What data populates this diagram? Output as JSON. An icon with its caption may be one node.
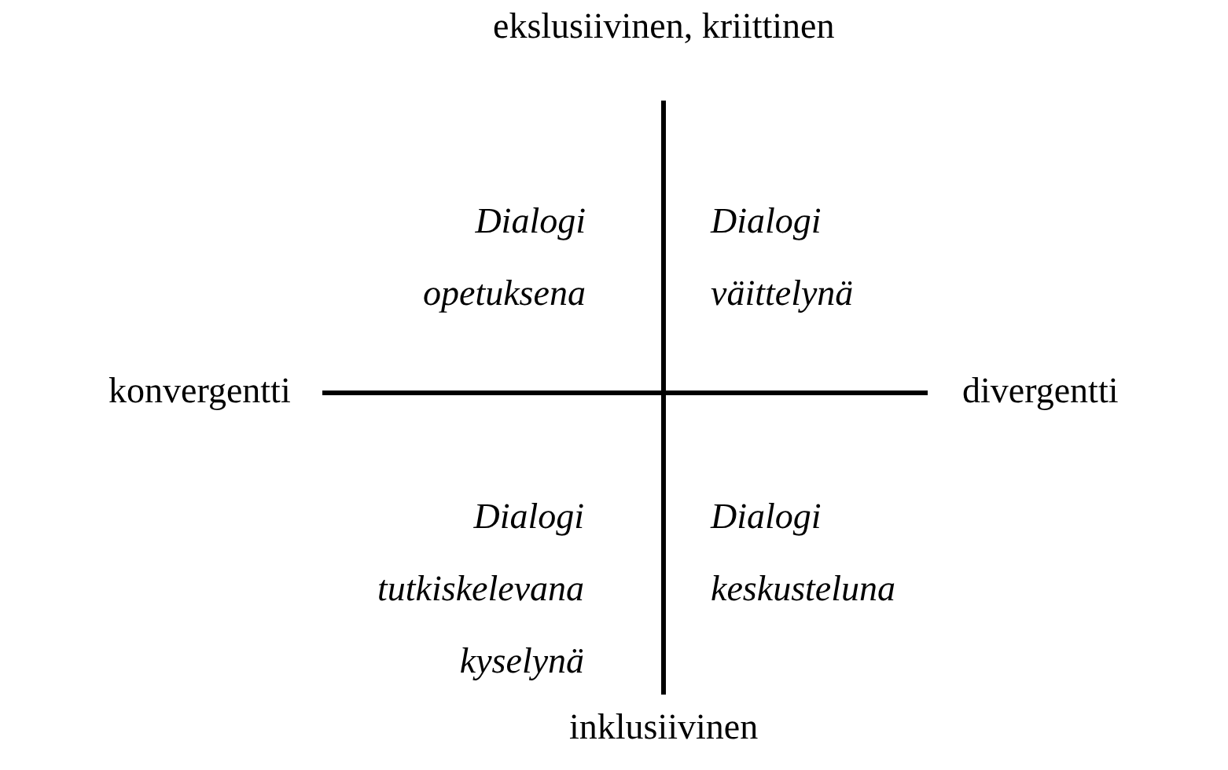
{
  "diagram": {
    "labels": [
      "ekslusiivinen, kriittinen",
      "Dialogi opetuksena",
      "Dialogi väittelynä",
      "konvergentti",
      "divergentti",
      "Dialogi tutkiskelevana kyselynä",
      "Dialogi keskusteluna",
      "inklusiivinen"
    ]
  }
}
